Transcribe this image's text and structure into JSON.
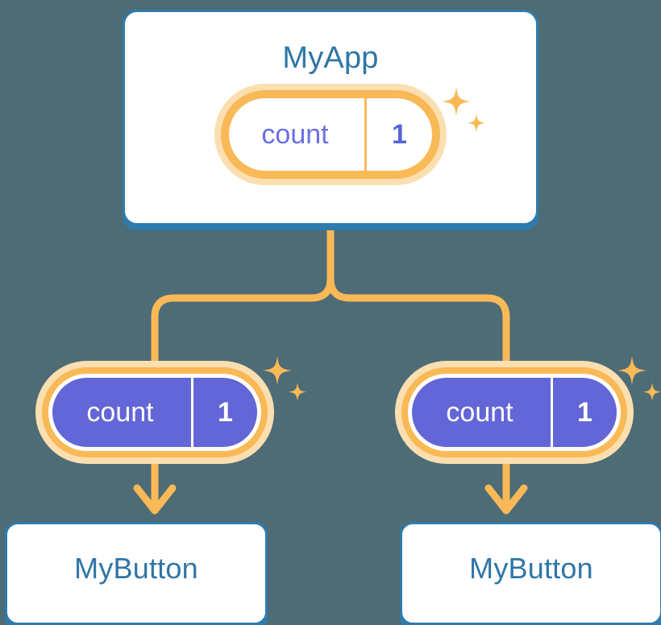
{
  "diagram": {
    "background_color": "#4d6c76",
    "accent_orange": "#f9b957",
    "accent_orange_pale": "#fbdfb0",
    "accent_blue": "#2e7cad",
    "accent_purple": "#6366d6"
  },
  "app": {
    "title": "MyApp",
    "state": {
      "key": "count",
      "value": "1"
    }
  },
  "children": [
    {
      "title": "MyButton",
      "state": {
        "key": "count",
        "value": "1"
      }
    },
    {
      "title": "MyButton",
      "state": {
        "key": "count",
        "value": "1"
      }
    }
  ],
  "icons": {
    "sparkle_large": "sparkle-four-point-large",
    "sparkle_small": "sparkle-four-point-small",
    "arrow_down": "arrow-down"
  }
}
